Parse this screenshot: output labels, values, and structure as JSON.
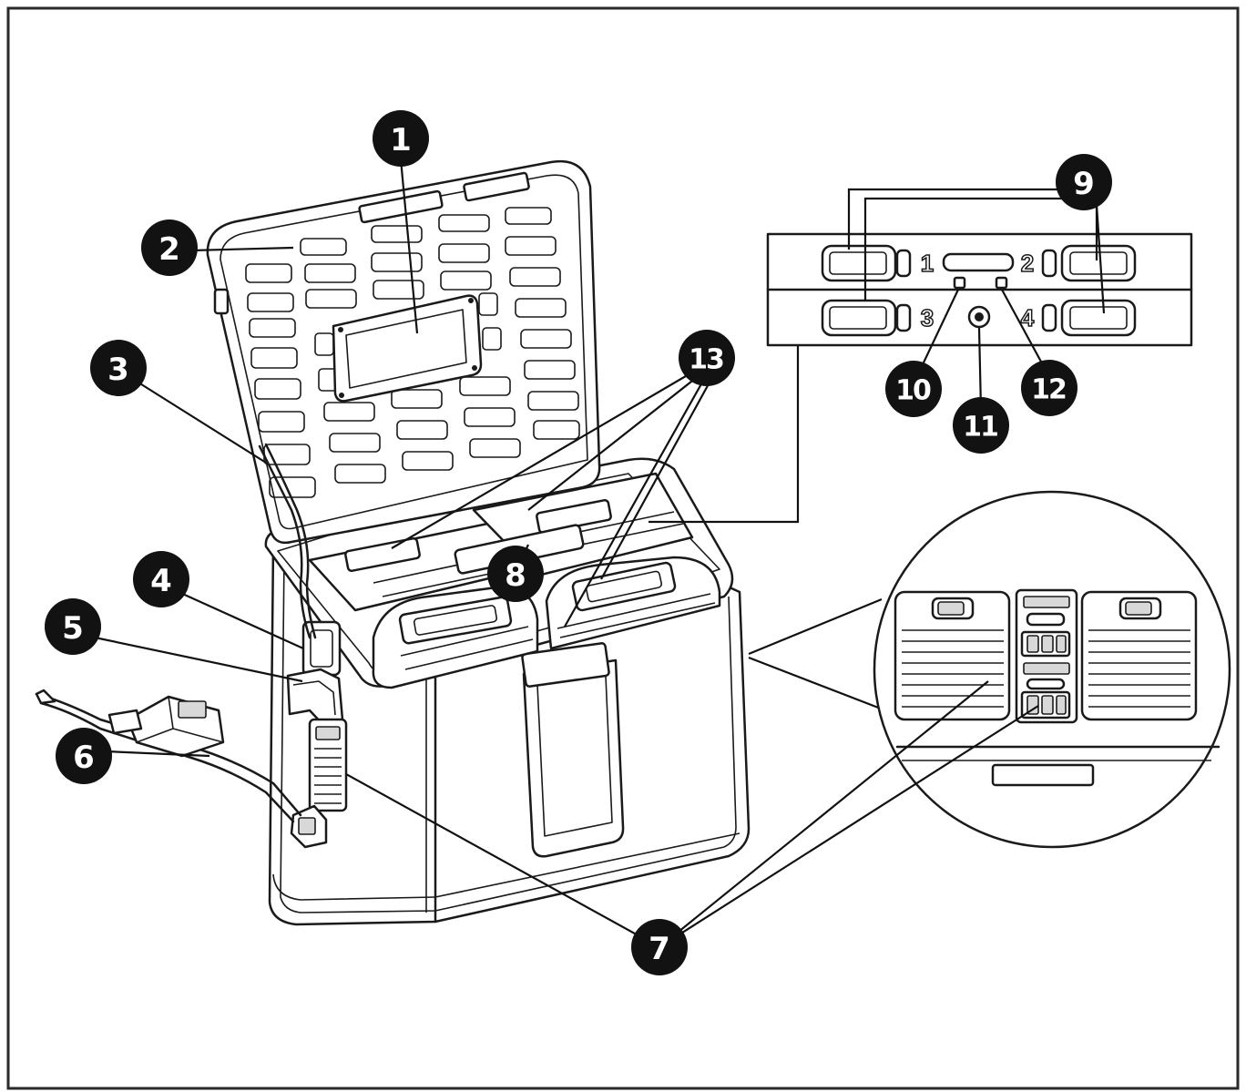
{
  "callouts": [
    {
      "id": "1",
      "label": "1"
    },
    {
      "id": "2",
      "label": "2"
    },
    {
      "id": "3",
      "label": "3"
    },
    {
      "id": "4",
      "label": "4"
    },
    {
      "id": "5",
      "label": "5"
    },
    {
      "id": "6",
      "label": "6"
    },
    {
      "id": "7",
      "label": "7"
    },
    {
      "id": "8",
      "label": "8"
    },
    {
      "id": "9",
      "label": "9"
    },
    {
      "id": "10",
      "label": "10"
    },
    {
      "id": "11",
      "label": "11"
    },
    {
      "id": "12",
      "label": "12"
    },
    {
      "id": "13",
      "label": "13"
    }
  ],
  "panel": {
    "bay_1": "1",
    "bay_2": "2",
    "bay_3": "3",
    "bay_4": "4"
  },
  "colors": {
    "ink": "#1a1a1a",
    "marker": "#121212",
    "paper": "#ffffff",
    "shade": "#d8d8d8"
  }
}
